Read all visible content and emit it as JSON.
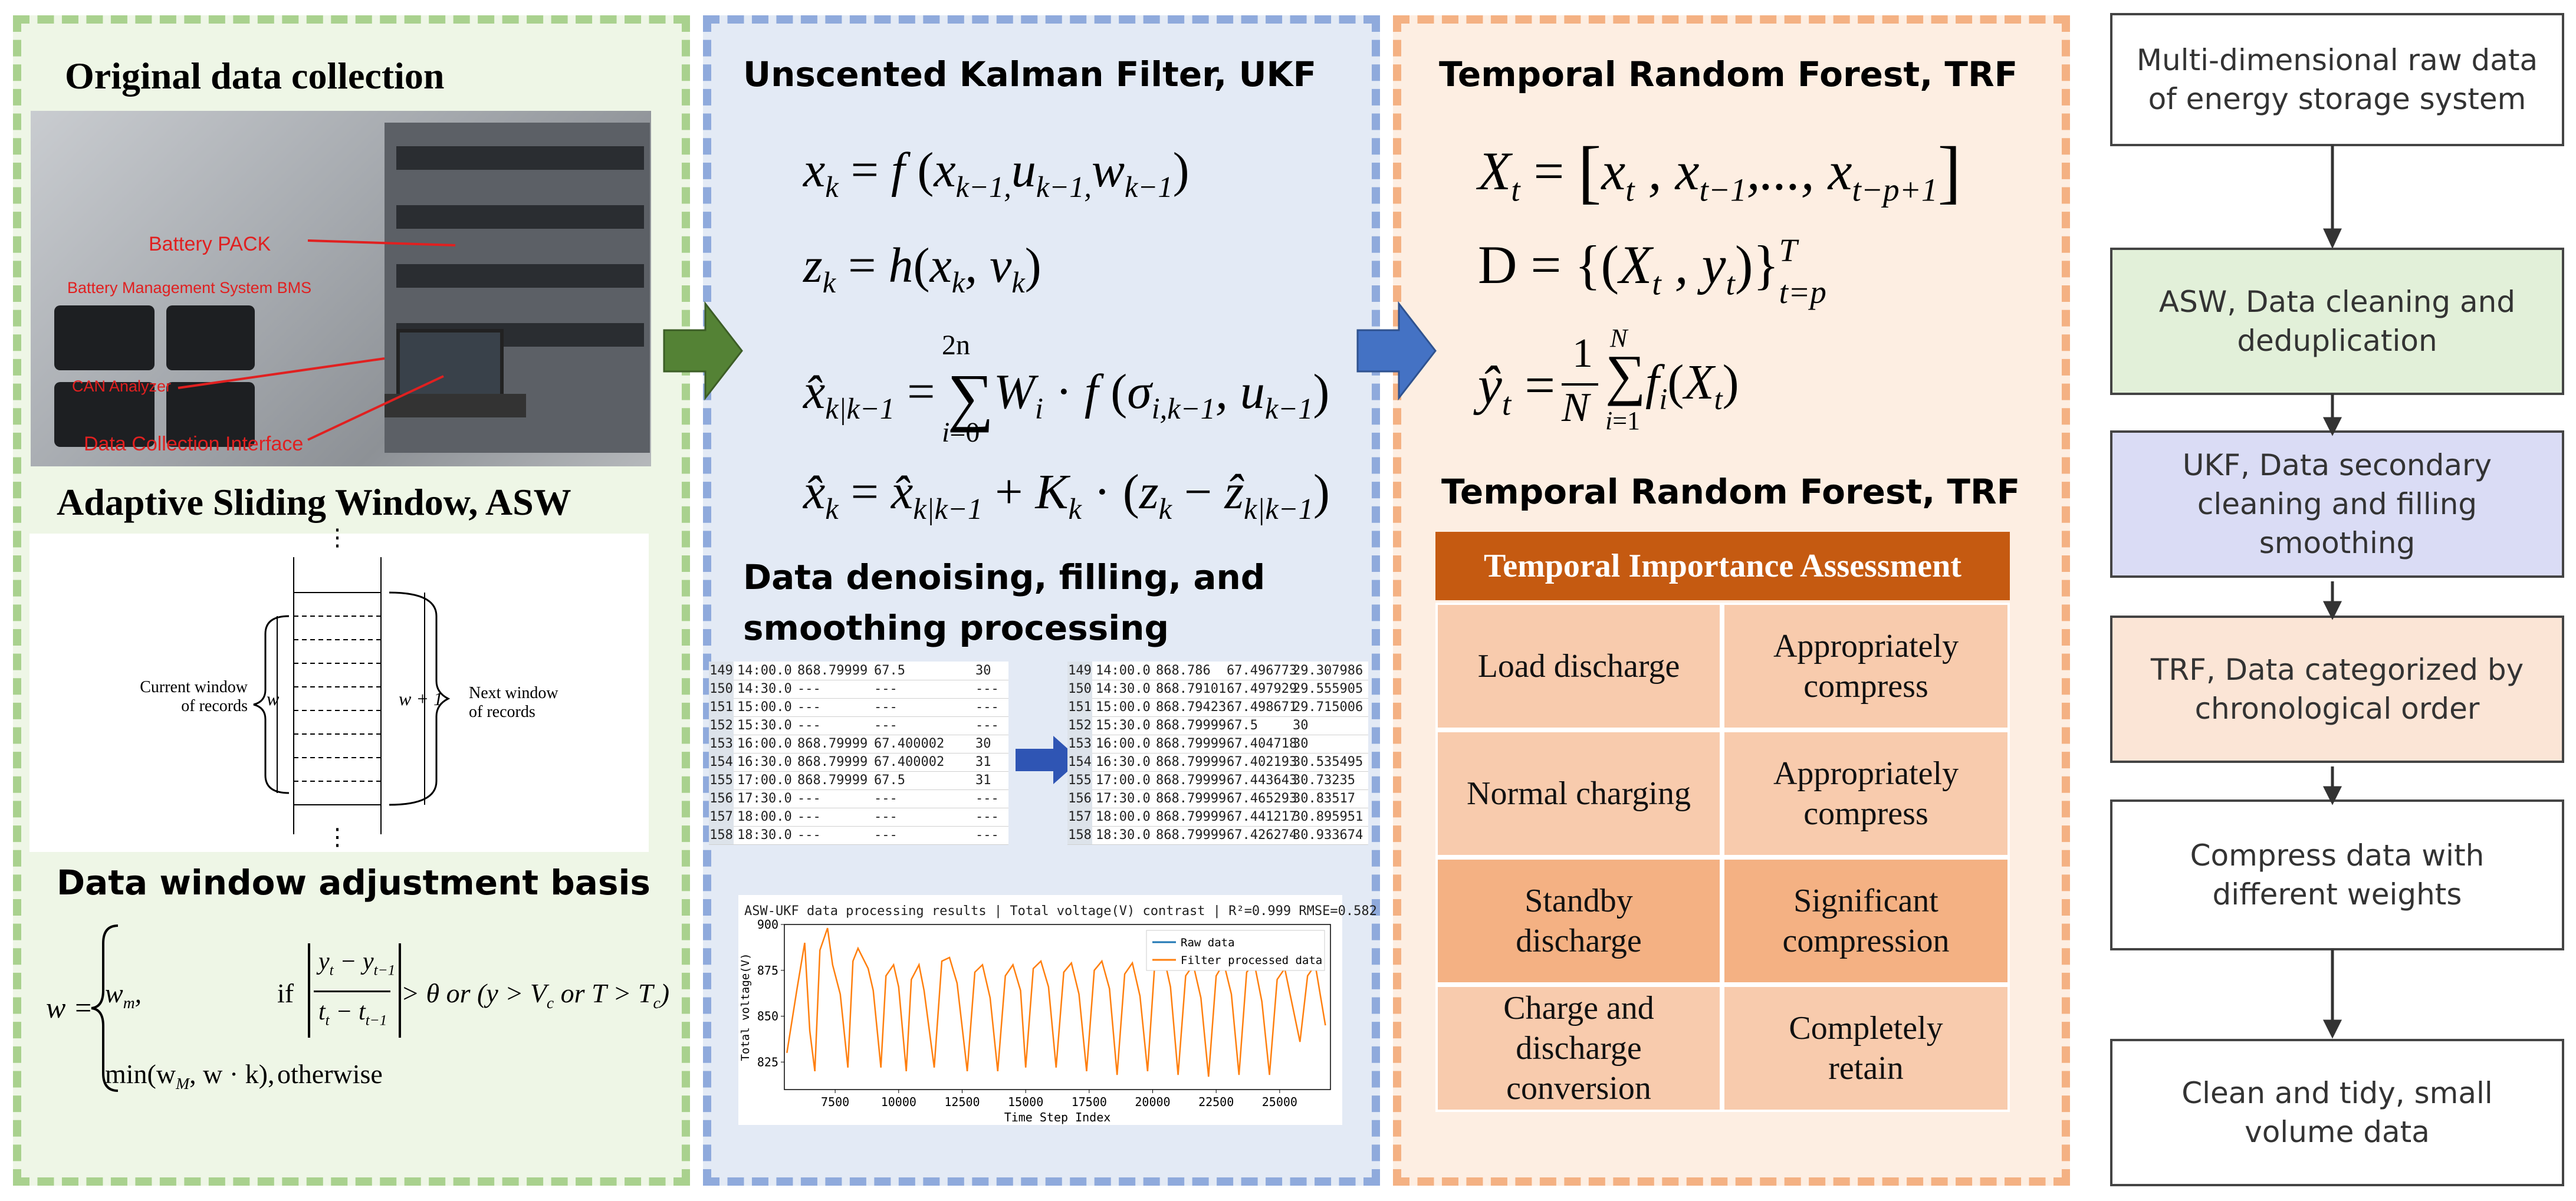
{
  "panel1": {
    "title_collection": "Original data collection",
    "photo_labels": {
      "pack": "Battery PACK",
      "bms": "Battery Management System BMS",
      "can": "CAN Analyzer",
      "interface": "Data Collection Interface"
    },
    "title_asw": "Adaptive Sliding Window, ASW",
    "window_fig": {
      "current_label_1": "Current window",
      "current_label_2": "of records",
      "next_label_1": "Next window",
      "next_label_2": "of records",
      "w": "w",
      "w_plus": "w + 1"
    },
    "title_adjust": "Data window adjustment basis",
    "formula": {
      "w_eq": "w =",
      "case1_val": "w",
      "case1_sub": "m",
      "case1_cond": "if",
      "case1_rest": "> θ or (y > V",
      "case1_rest2": "or T > T",
      "case2_val": "min(w",
      "case2_rest": ", w · k),",
      "case2_cond": "otherwise"
    }
  },
  "panel2": {
    "title_ukf": "Unscented Kalman Filter, UKF",
    "title_denoise_1": "Data denoising, filling, and",
    "title_denoise_2": "smoothing processing",
    "table_raw": [
      [
        "149",
        "14:00.0",
        "868.79999",
        "67.5",
        "30"
      ],
      [
        "150",
        "14:30.0",
        "---",
        "---",
        "---"
      ],
      [
        "151",
        "15:00.0",
        "---",
        "---",
        "---"
      ],
      [
        "152",
        "15:30.0",
        "---",
        "---",
        "---"
      ],
      [
        "153",
        "16:00.0",
        "868.79999",
        "67.400002",
        "30"
      ],
      [
        "154",
        "16:30.0",
        "868.79999",
        "67.400002",
        "31"
      ],
      [
        "155",
        "17:00.0",
        "868.79999",
        "67.5",
        "31"
      ],
      [
        "156",
        "17:30.0",
        "---",
        "---",
        "---"
      ],
      [
        "157",
        "18:00.0",
        "---",
        "---",
        "---"
      ],
      [
        "158",
        "18:30.0",
        "---",
        "---",
        "---"
      ]
    ],
    "table_filled": [
      [
        "149",
        "14:00.0",
        "868.786",
        "67.496773",
        "29.307986"
      ],
      [
        "150",
        "14:30.0",
        "868.79101",
        "67.497929",
        "29.555905"
      ],
      [
        "151",
        "15:00.0",
        "868.79423",
        "67.498671",
        "29.715006"
      ],
      [
        "152",
        "15:30.0",
        "868.79999",
        "67.5",
        "30"
      ],
      [
        "153",
        "16:00.0",
        "868.79999",
        "67.404718",
        "30"
      ],
      [
        "154",
        "16:30.0",
        "868.79999",
        "67.402193",
        "30.535495"
      ],
      [
        "155",
        "17:00.0",
        "868.79999",
        "67.443643",
        "30.73235"
      ],
      [
        "156",
        "17:30.0",
        "868.79999",
        "67.465293",
        "30.83517"
      ],
      [
        "157",
        "18:00.0",
        "868.79999",
        "67.441217",
        "30.895951"
      ],
      [
        "158",
        "18:30.0",
        "868.79999",
        "67.426274",
        "30.933674"
      ]
    ]
  },
  "chart_data": {
    "type": "line",
    "title": "ASW-UKF data processing results  |  Total voltage(V)  contrast  |  R²=0.999  RMSE=0.582",
    "xlabel": "Time Step Index",
    "ylabel": "Total voltage(V)",
    "xlim": [
      5500,
      27000
    ],
    "ylim": [
      810,
      900
    ],
    "xticks": [
      7500,
      10000,
      12500,
      15000,
      17500,
      20000,
      22500,
      25000
    ],
    "xtick_labels": [
      "7500",
      "10000",
      "12500",
      "15000",
      "17500",
      "20000",
      "22500",
      "25000"
    ],
    "yticks": [
      825,
      850,
      875,
      900
    ],
    "ytick_labels": [
      "825",
      "850",
      "875",
      "900"
    ],
    "legend_position": "top-right",
    "series": [
      {
        "name": "Raw data",
        "color": "#1f77b4"
      },
      {
        "name": "Filter processed data",
        "color": "#ff7f0e",
        "x": [
          5600,
          6000,
          6300,
          6500,
          6700,
          6900,
          7200,
          7400,
          7700,
          8000,
          8200,
          8400,
          8800,
          9000,
          9300,
          9500,
          9800,
          10000,
          10300,
          10500,
          10800,
          11000,
          11400,
          11700,
          12000,
          12300,
          12700,
          13000,
          13300,
          13600,
          13900,
          14200,
          14500,
          14800,
          15000,
          15300,
          15600,
          15900,
          16200,
          16500,
          16800,
          17100,
          17400,
          17700,
          18000,
          18300,
          18600,
          18900,
          19200,
          19500,
          19800,
          20100,
          20400,
          20700,
          21000,
          21300,
          21600,
          21900,
          22200,
          22500,
          22800,
          23100,
          23400,
          23700,
          24000,
          24300,
          24600,
          24900,
          25200,
          25500,
          25800,
          26100,
          26400,
          26800
        ],
        "y": [
          830,
          865,
          890,
          842,
          820,
          886,
          898,
          878,
          862,
          822,
          880,
          887,
          876,
          864,
          822,
          872,
          878,
          866,
          820,
          870,
          878,
          864,
          822,
          880,
          882,
          868,
          820,
          874,
          878,
          860,
          820,
          872,
          878,
          864,
          822,
          876,
          880,
          866,
          822,
          874,
          879,
          862,
          820,
          875,
          880,
          865,
          818,
          873,
          879,
          861,
          820,
          882,
          885,
          866,
          818,
          872,
          878,
          860,
          817,
          872,
          879,
          862,
          818,
          874,
          879,
          858,
          818,
          870,
          876,
          856,
          836,
          872,
          878,
          845
        ]
      }
    ]
  },
  "panel3": {
    "title_trf_1": "Temporal Random Forest, TRF",
    "title_trf_2": "Temporal Random Forest, TRF",
    "table_header": "Temporal Importance Assessment",
    "rows": [
      {
        "left": "Load discharge",
        "right": "Appropriately compress"
      },
      {
        "left": "Normal charging",
        "right": "Appropriately compress"
      },
      {
        "left": "Standby discharge",
        "right": "Significant compression"
      },
      {
        "left": "Charge and discharge conversion",
        "right": "Completely retain"
      }
    ]
  },
  "flow": {
    "steps": [
      "Multi-dimensional raw data of energy storage system",
      "ASW, Data cleaning and deduplication",
      "UKF, Data secondary cleaning and filling smoothing",
      "TRF, Data categorized by chronological order",
      "Compress data with different weights",
      "Clean and tidy, small volume data"
    ],
    "colors": [
      "#ffffff",
      "#e2f0d9",
      "#dadcf5",
      "#fbe5d6",
      "#ffffff",
      "#ffffff"
    ]
  }
}
